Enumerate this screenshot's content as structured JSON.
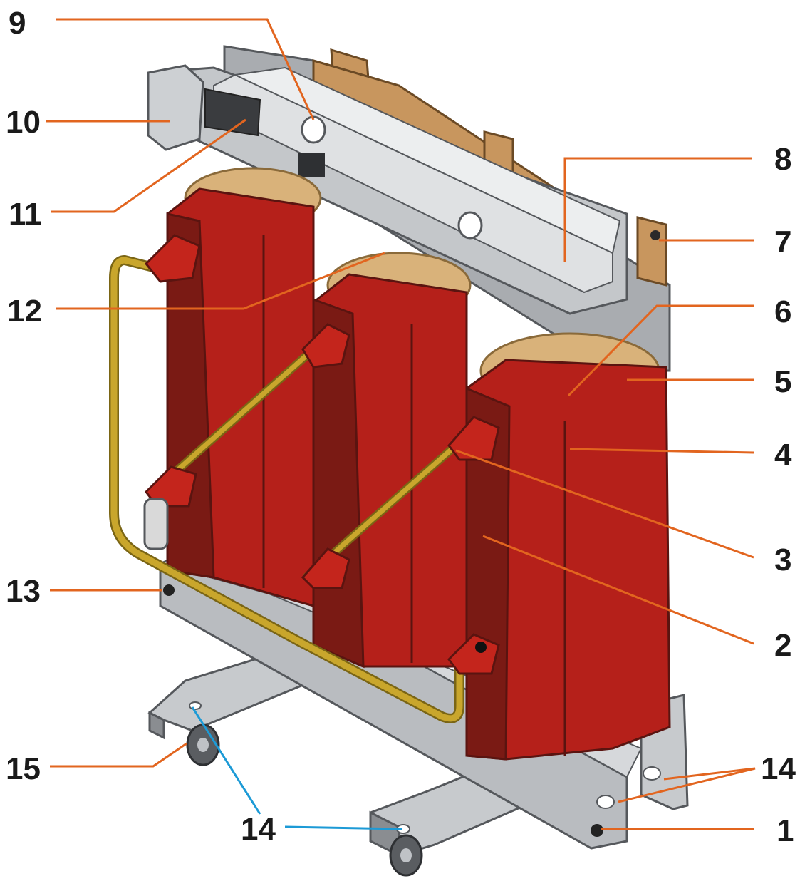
{
  "colors": {
    "leader_orange": "#e2651f",
    "leader_blue": "#1c9ad6",
    "coil_red": "#b5201a",
    "coil_dark": "#7a1a14",
    "frame_grey": "#b9bcc0",
    "frame_dark": "#6e7176",
    "copper": "#c8965e",
    "cable_yellow": "#c9a62c",
    "ring_tan": "#d9b27a"
  },
  "icons": [
    "wheel-icon"
  ],
  "labels": {
    "n1": "1",
    "n2": "2",
    "n3": "3",
    "n4": "4",
    "n5": "5",
    "n6": "6",
    "n7": "7",
    "n8": "8",
    "n9": "9",
    "n10": "10",
    "n11": "11",
    "n12": "12",
    "n13": "13",
    "n14a": "14",
    "n14b": "14",
    "n15": "15"
  }
}
